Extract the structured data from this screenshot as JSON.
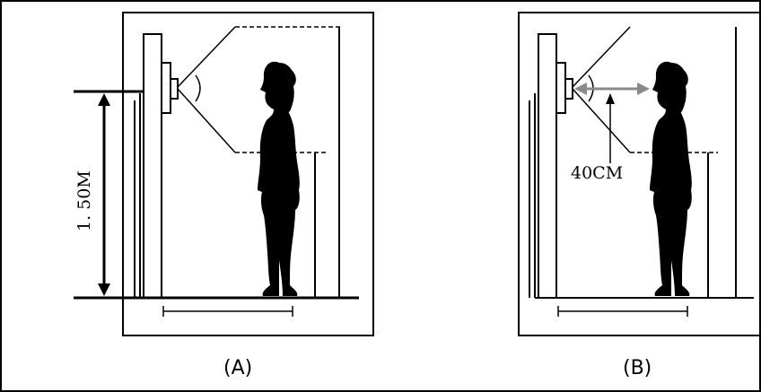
{
  "diagram": {
    "panel_a": {
      "label": "(A)",
      "height_label": "1. 50M"
    },
    "panel_b": {
      "label": "(B)",
      "distance_label": "40CM"
    },
    "colors": {
      "line": "#000000",
      "arrow_gray": "#8a8a8a",
      "background": "#ffffff"
    }
  }
}
